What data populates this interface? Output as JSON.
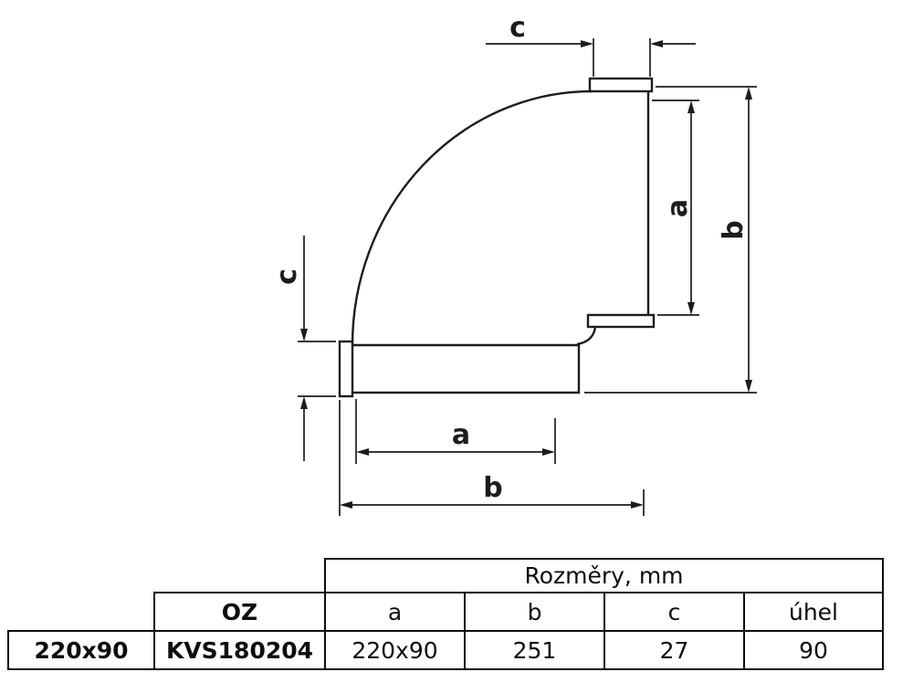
{
  "diagram": {
    "dim_labels": {
      "top_c": "c",
      "right_a": "a",
      "right_b": "b",
      "left_c": "c",
      "bottom_a": "a",
      "bottom_b": "b"
    },
    "line_color": "#1c1c1c"
  },
  "table": {
    "group_header": "Rozměry, mm",
    "oz_label": "OZ",
    "columns": [
      "a",
      "b",
      "c",
      "úhel"
    ],
    "row": {
      "size": "220x90",
      "code": "KVS180204",
      "a": "220x90",
      "b": "251",
      "c": "27",
      "uhel": "90"
    }
  }
}
